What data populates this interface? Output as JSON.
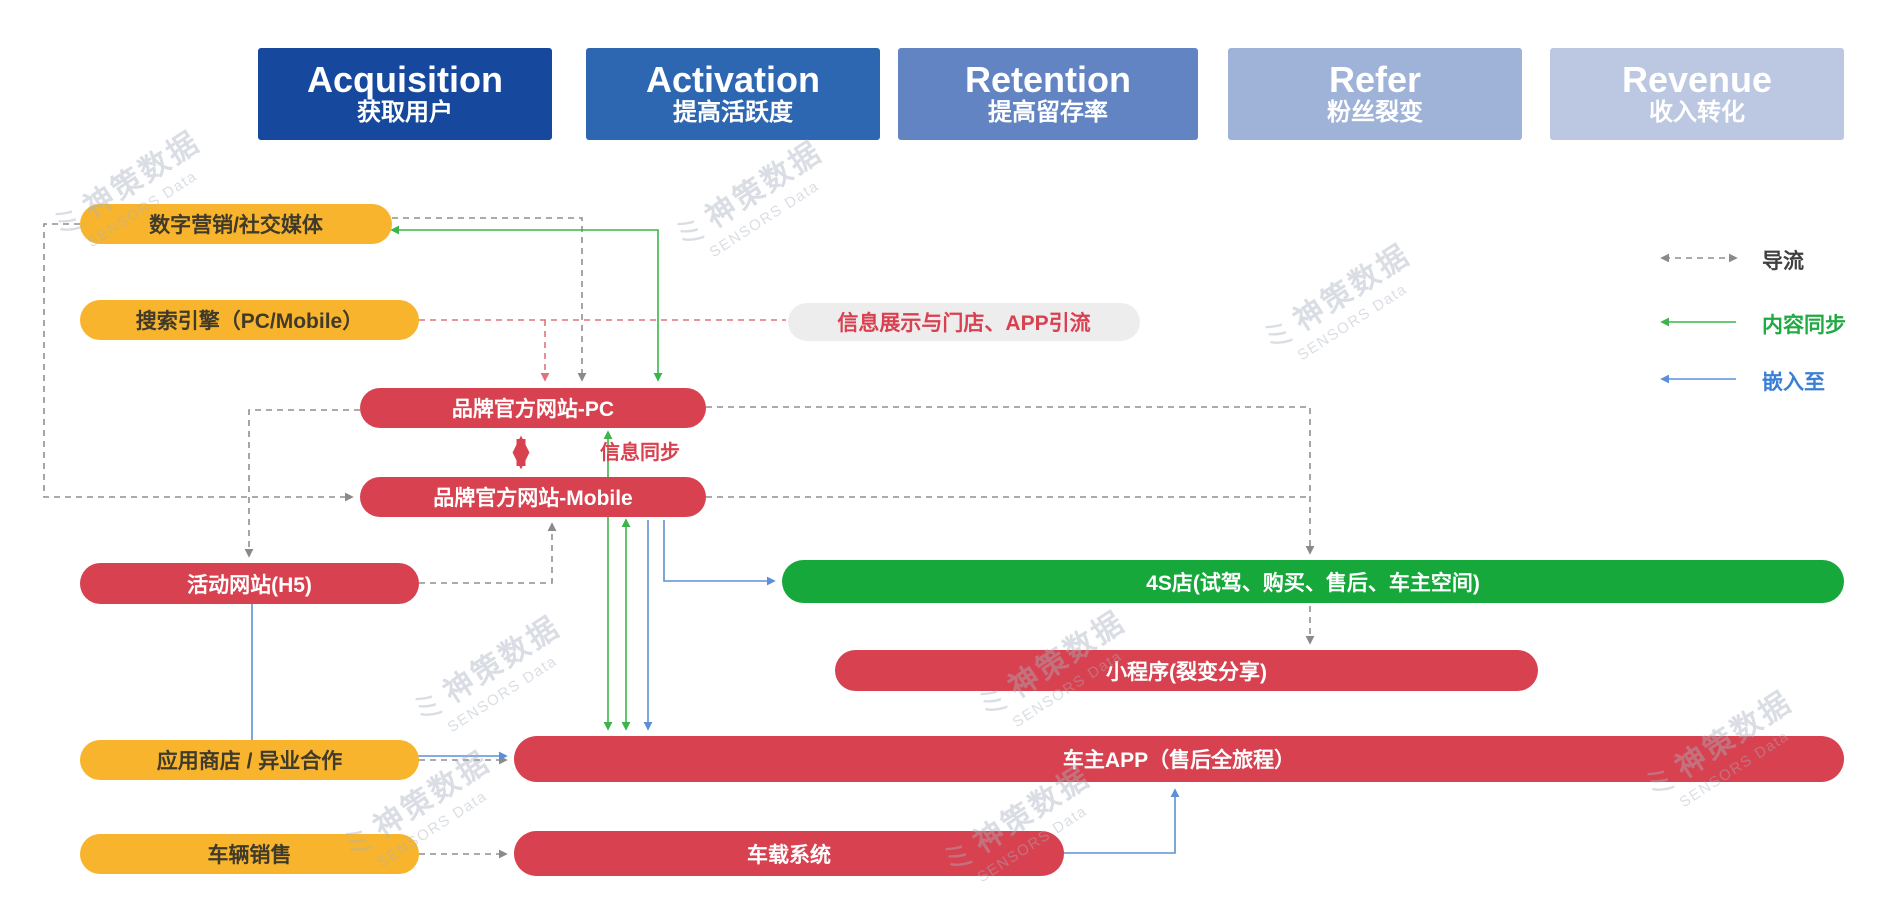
{
  "stages": [
    {
      "en": "Acquisition",
      "zh": "获取用户",
      "color": "#16489D"
    },
    {
      "en": "Activation",
      "zh": "提高活跃度",
      "color": "#2E67B1"
    },
    {
      "en": "Retention",
      "zh": "提高留存率",
      "color": "#6384C2"
    },
    {
      "en": "Refer",
      "zh": "粉丝裂变",
      "color": "#9FB2D7"
    },
    {
      "en": "Revenue",
      "zh": "收入转化",
      "color": "#BCC7E1"
    }
  ],
  "nodes": [
    {
      "label": "数字营销/社交媒体",
      "type": "yellow"
    },
    {
      "label": "搜索引擎（PC/Mobile）",
      "type": "yellow"
    },
    {
      "label": "品牌官方网站-PC",
      "type": "red"
    },
    {
      "label": "品牌官方网站-Mobile",
      "type": "red"
    },
    {
      "label": "活动网站(H5)",
      "type": "red"
    },
    {
      "label": "4S店(试驾、购买、售后、车主空间)",
      "type": "green"
    },
    {
      "label": "小程序(裂变分享)",
      "type": "red"
    },
    {
      "label": "应用商店 / 异业合作",
      "type": "yellow"
    },
    {
      "label": "车主APP（售后全旅程）",
      "type": "red"
    },
    {
      "label": "车辆销售",
      "type": "yellow"
    },
    {
      "label": "车载系统",
      "type": "red"
    }
  ],
  "annotations": {
    "info_display": "信息展示与门店、APP引流",
    "info_sync": "信息同步"
  },
  "legend": [
    {
      "label": "导流",
      "color": "#404040",
      "style": "dashed-gray"
    },
    {
      "label": "内容同步",
      "color": "#21A944",
      "style": "solid-green"
    },
    {
      "label": "嵌入至",
      "color": "#3B7FD4",
      "style": "solid-blue"
    }
  ],
  "colors": {
    "yellow": "#F7B42C",
    "red": "#D8414F",
    "green": "#16A83B",
    "note_bg": "#EDEDEE",
    "line_gray": "#8F8F8F",
    "line_green": "#3BB54A",
    "line_blue": "#5B8FD9",
    "line_red_dashed": "#E0737C"
  },
  "watermark": {
    "zh": "神策数据",
    "en": "SENSORS Data",
    "logo": "彡"
  }
}
